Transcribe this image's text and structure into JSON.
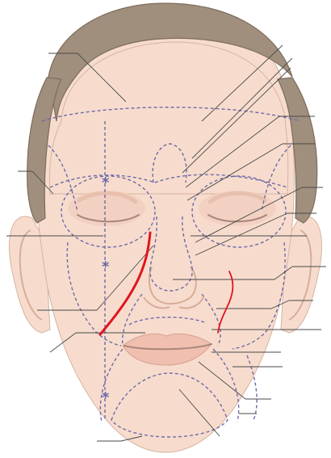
{
  "figure": {
    "subject": "face-anatomy-zones",
    "colors": {
      "background": "#ffffff",
      "skin": "#f7dccd",
      "skin_shade": "#f0c8b4",
      "hair": "#a08f7d",
      "hair_dark": "#7d6c5c",
      "zone_dashes": "#6e6aa8",
      "leader_lines": "#4a4a4a",
      "marker_strokes": "#e0141e",
      "lips": "#f0bfb0",
      "eyelid": "#d8b8a8"
    },
    "markers": {
      "asterisk_glyph": "*",
      "asterisk_count": 3
    },
    "annotation_strokes": {
      "count": 2,
      "description_color": "red"
    }
  }
}
